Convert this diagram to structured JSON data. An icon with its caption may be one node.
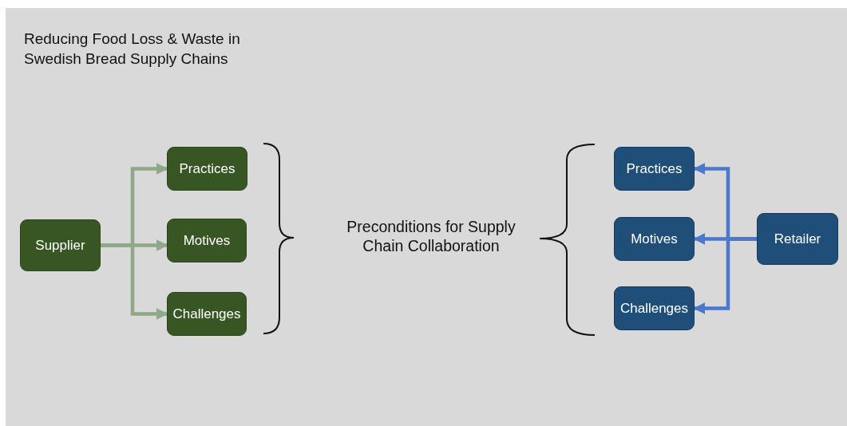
{
  "diagram": {
    "title": "Reducing Food Loss & Waste in Swedish Bread Supply Chains",
    "nodes": [
      {
        "text": [
          "Supplier"
        ]
      },
      {
        "text": [
          "Practices"
        ]
      },
      {
        "text": [
          "Motives"
        ]
      },
      {
        "text": [
          "Challenges"
        ]
      },
      {
        "text": [
          "Practices"
        ]
      },
      {
        "text": [
          "Motives"
        ]
      },
      {
        "text": [
          "Challenges"
        ]
      },
      {
        "text": [
          "Retailer"
        ]
      }
    ],
    "edges": [
      {
        "from": 0,
        "to": 1,
        "arrow": "to",
        "color": "#8fa887"
      },
      {
        "from": 0,
        "to": 2,
        "arrow": "to",
        "color": "#8fa887"
      },
      {
        "from": 0,
        "to": 3,
        "arrow": "to",
        "color": "#8fa887"
      },
      {
        "from": 7,
        "to": 4,
        "arrow": "to",
        "color": "#4a78cf"
      },
      {
        "from": 7,
        "to": 5,
        "arrow": "to",
        "color": "#4a78cf"
      },
      {
        "from": 7,
        "to": 6,
        "arrow": "to",
        "color": "#4a78cf"
      }
    ],
    "labels": [
      "Preconditions for Supply Chain Collaboration"
    ]
  }
}
